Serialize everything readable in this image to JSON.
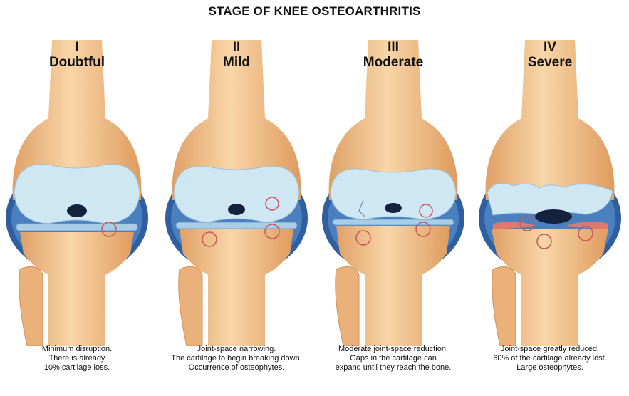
{
  "title": "STAGE OF KNEE OSTEOARTHRITIS",
  "colors": {
    "bone": "#f3c592",
    "bone_shadow": "#e2a468",
    "cartilage": "#cfe6f3",
    "meniscus_blue": "#2f5f9e",
    "damage_red": "#e0786b",
    "marker": "#c9555a"
  },
  "stages": [
    {
      "numeral": "I",
      "name": "Doubtful",
      "caption": [
        "Minimum disruption.",
        "There is already",
        "10% cartilage loss."
      ]
    },
    {
      "numeral": "II",
      "name": "Mild",
      "caption": [
        "Joint-space narrowing.",
        "The cartilage to begin breaking down.",
        "Occurrence of osteophytes."
      ]
    },
    {
      "numeral": "III",
      "name": "Moderate",
      "caption": [
        "Moderate joint-space reduction.",
        "Gaps in the cartilage can",
        "expand until they reach the bone."
      ]
    },
    {
      "numeral": "IV",
      "name": "Severe",
      "caption": [
        "Joint-space greatly reduced.",
        "60% of the cartilage already lost.",
        "Large osteophytes."
      ]
    }
  ]
}
